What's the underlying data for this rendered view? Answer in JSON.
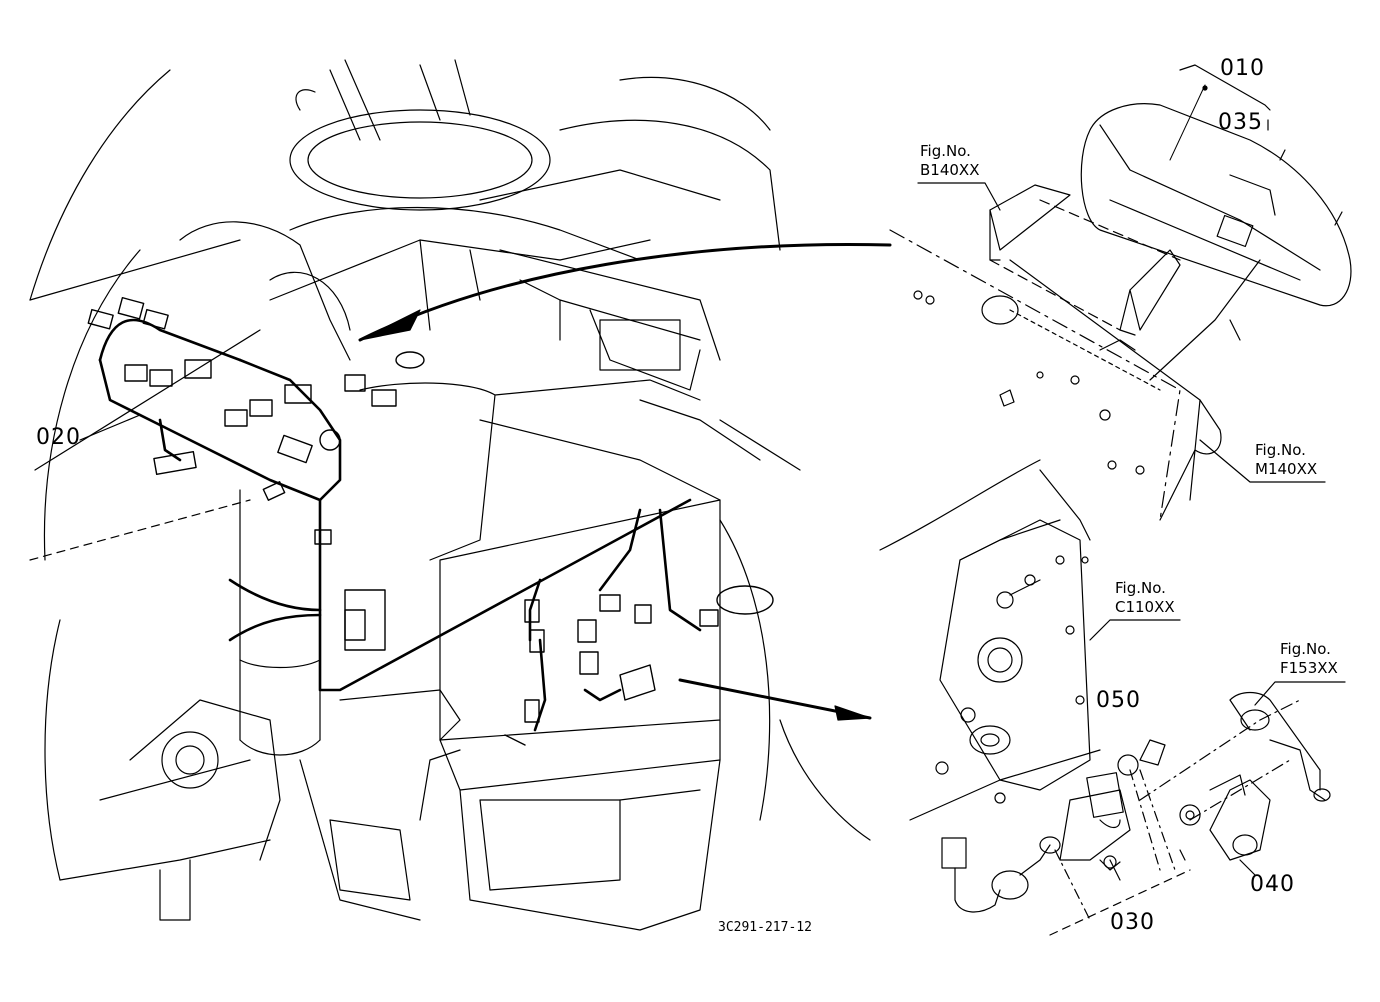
{
  "diagram": {
    "part_labels": {
      "p010": "010",
      "p035": "035",
      "p020": "020",
      "p050": "050",
      "p030": "030",
      "p040": "040"
    },
    "fig_refs": {
      "b140": {
        "caption": "Fig.No.",
        "code": "B140XX"
      },
      "m140": {
        "caption": "Fig.No.",
        "code": "M140XX"
      },
      "c110": {
        "caption": "Fig.No.",
        "code": "C110XX"
      },
      "f153": {
        "caption": "Fig.No.",
        "code": "F153XX"
      }
    },
    "drawing_code": "3C291-217-12"
  }
}
